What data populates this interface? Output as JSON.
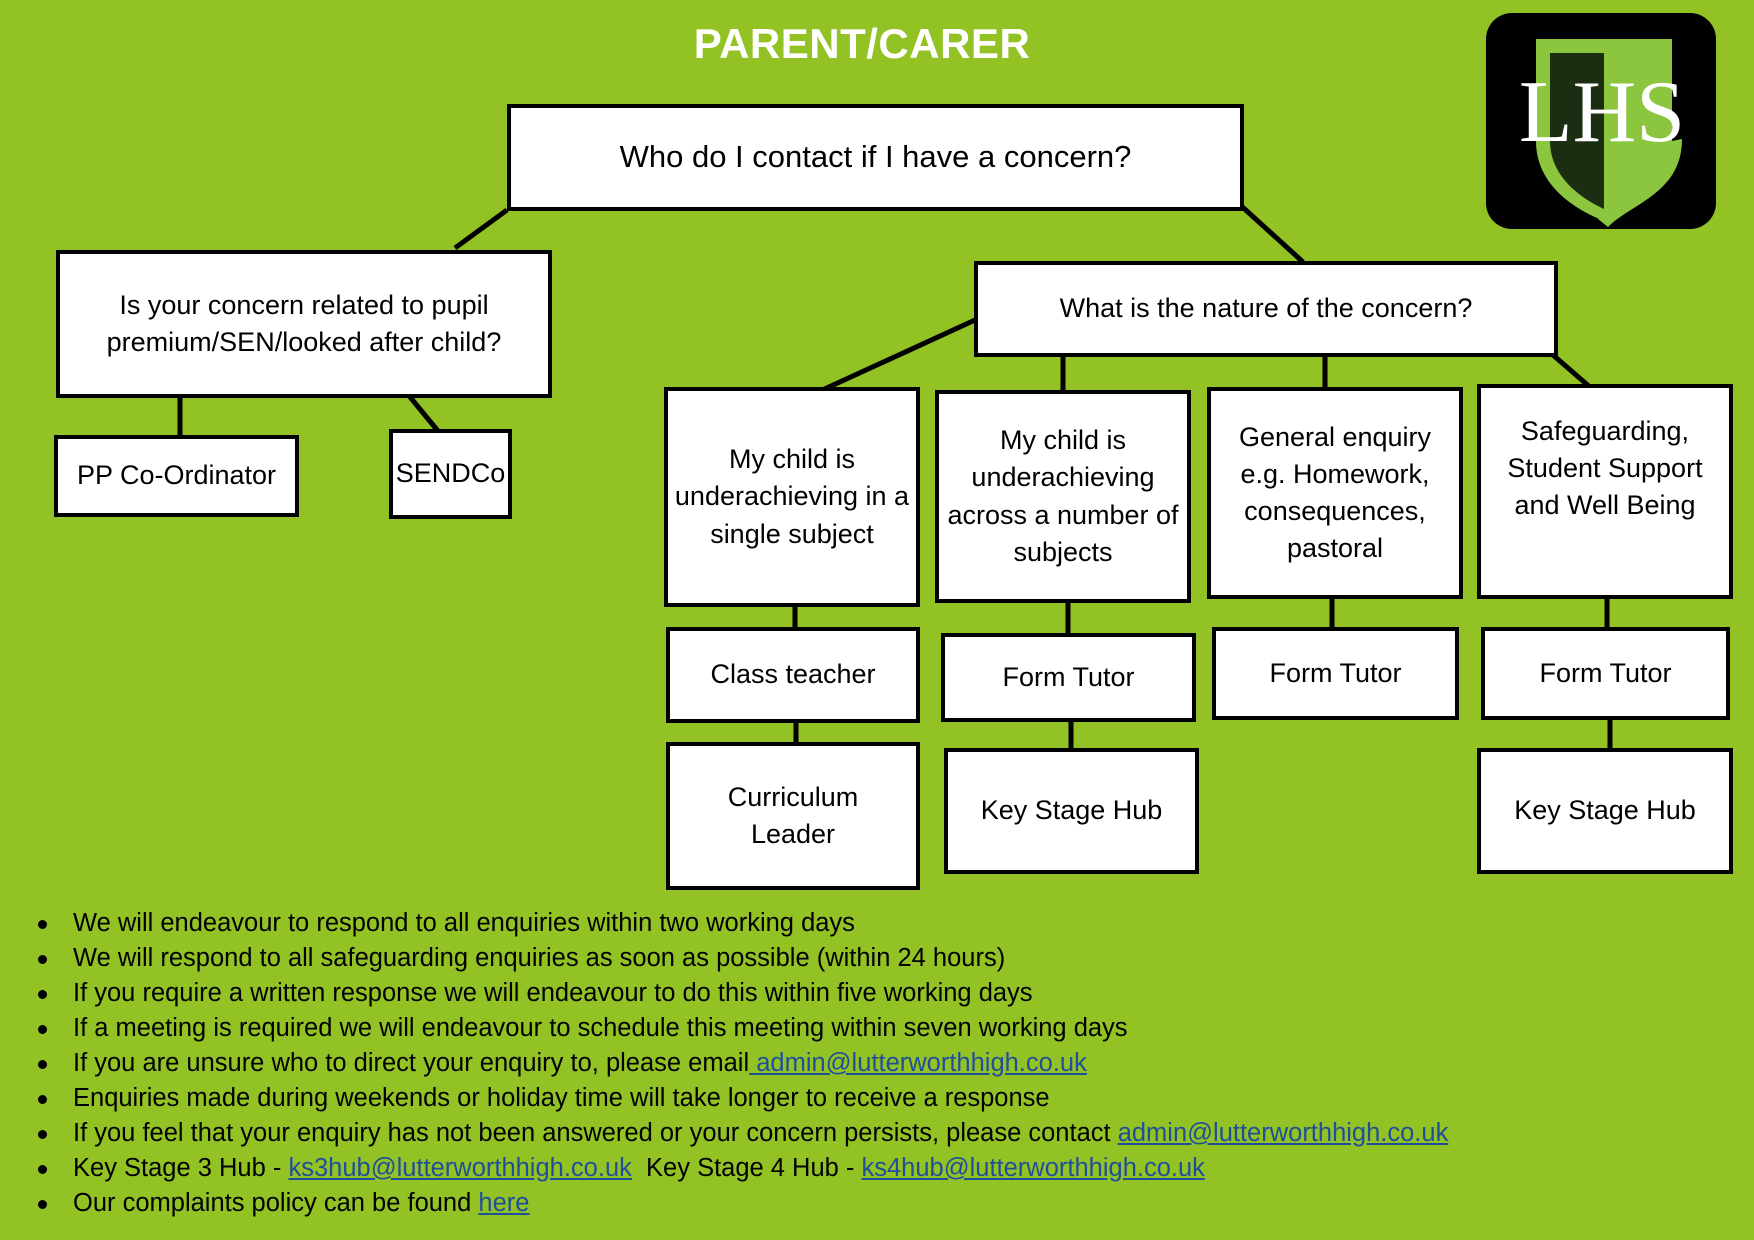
{
  "title": "PARENT/CARER",
  "logo_text": "LHS",
  "colors": {
    "background": "#93c225",
    "logo_green": "#8cc63f",
    "link": "#1f4e9a"
  },
  "nodes": {
    "root": "Who do I contact if I have a concern?",
    "pupil_q": "Is your concern related to pupil premium/SEN/looked after child?",
    "pp": "PP Co-Ordinator",
    "sendco": "SENDCo",
    "nature_q": "What is the nature of the concern?",
    "single": "My child is underachieving in a single subject",
    "multi": "My child is underachieving across a number of subjects",
    "general": "General enquiry e.g. Homework, consequences, pastoral",
    "safe": "Safeguarding, Student Support and Well Being",
    "class_teacher": "Class teacher",
    "curriculum": "Curriculum Leader",
    "form_tutor_1": "Form Tutor",
    "ksh_1": "Key Stage Hub",
    "form_tutor_2": "Form Tutor",
    "form_tutor_3": "Form Tutor",
    "ksh_2": "Key Stage Hub"
  },
  "notes": {
    "n1": "We will endeavour to respond to all enquiries within two working days",
    "n2": "We will respond to all safeguarding enquiries as soon as possible (within 24 hours)",
    "n3": "If you require a written response we will endeavour to do this within five working days",
    "n4": "If a meeting is required we will endeavour to schedule this meeting within seven working days",
    "n5_text": "If you are unsure who to direct your enquiry to, please email",
    "n5_link": " admin@lutterworthhigh.co.uk",
    "n6": "Enquiries made during weekends or holiday time will take longer to receive a response",
    "n7_text": "If you feel that your enquiry has not been answered or your concern persists, please contact ",
    "n7_link": "admin@lutterworthhigh.co.uk",
    "n8_ks3_label": "Key Stage 3 Hub - ",
    "n8_ks3_link": "ks3hub@lutterworthhigh.co.uk",
    "n8_ks4_label": "  Key Stage 4 Hub - ",
    "n8_ks4_link": "ks4hub@lutterworthhigh.co.uk",
    "n9_text": "Our complaints policy can be found ",
    "n9_link": "here"
  }
}
